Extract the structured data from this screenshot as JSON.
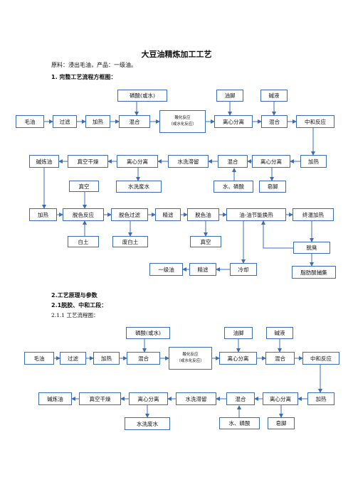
{
  "doc": {
    "title": "大豆油精炼加工工艺",
    "materials": "原料：浸出毛油，产品：一级油。",
    "sec1": "1.   完整工艺流程方框图：",
    "sec2": "2.工艺原理与参数",
    "sec21": "2.1脱胶、中和工段：",
    "sec211": "2.1.1 工艺流程图："
  },
  "flow1": {
    "phosphoric": "磷酸(或水)",
    "soapstock_oil": "油脚",
    "lye": "碱液",
    "crude_oil": "毛油",
    "filter": "过滤",
    "heat1": "加热",
    "mix1": "混合",
    "acid_react_1": "酸化反应",
    "acid_react_2": "（或水化反应）",
    "centrifuge1": "离心分离",
    "mix2": "混合",
    "neutralize": "中和反应",
    "alkali_oil": "碱炼油",
    "vacuum_dry": "真空干燥",
    "centrifuge2": "离心分离",
    "water_wash": "水洗滞留",
    "mix3": "混合",
    "centrifuge3": "离心分离",
    "heat2": "加热",
    "vacuum1": "真空",
    "wash_water": "水洗废水",
    "water_phos": "水、磷酸",
    "soap": "皂脚",
    "heat3": "加热",
    "bleach": "脱色反应",
    "bleach_filter": "脱色过滤",
    "fine_filter": "精滤",
    "bleached_oil": "脱色油",
    "heat_exchange": "油-油节能换热",
    "final_heat": "终温加热",
    "clay": "白土",
    "spent_clay": "废白土",
    "vacuum2": "真空",
    "deodor": "脱臭",
    "grade1_oil": "一级油",
    "fine_filter2": "精滤",
    "cooling": "冷却",
    "fatty_acid": "脂肪酸捕集"
  },
  "flow2": {
    "phosphoric": "磷酸(或水)",
    "soapstock_oil": "油脚",
    "lye": "碱液",
    "crude_oil": "毛油",
    "filter": "过滤",
    "heat1": "加热",
    "mix1": "混合",
    "acid_react_1": "酸化反应",
    "acid_react_2": "（或水化反应）",
    "centrifuge1": "离心分离",
    "mix2": "混合",
    "neutralize": "中和反应",
    "alkali_oil": "碱炼油",
    "vacuum_dry": "真空干燥",
    "centrifuge2": "离心分离",
    "water_wash": "水洗滞留",
    "mix3": "混合",
    "centrifuge3": "离心分离",
    "heat2": "加热",
    "wash_water": "水洗废水",
    "water_phos": "水、磷酸",
    "soap": "皂脚"
  },
  "colors": {
    "box_border": "#3b6db3",
    "arrow": "#3b6db3"
  }
}
